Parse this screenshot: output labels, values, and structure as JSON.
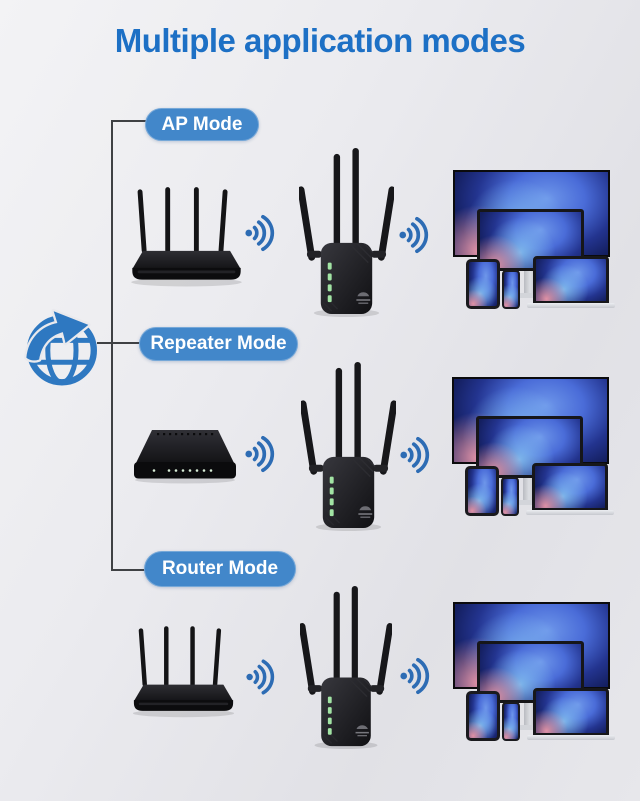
{
  "title": "Multiple application modes",
  "modes": [
    {
      "label": "AP Mode",
      "source_device": "wired-router",
      "relay_device": "wifi-extender",
      "target_devices": "tv-monitor-tablet-phone-laptop"
    },
    {
      "label": "Repeater Mode",
      "source_device": "modem",
      "relay_device": "wifi-extender",
      "target_devices": "tv-monitor-tablet-phone-laptop"
    },
    {
      "label": "Router Mode",
      "source_device": "wired-router",
      "relay_device": "wifi-extender",
      "target_devices": "tv-monitor-tablet-phone-laptop"
    }
  ],
  "icons": {
    "internet": "globe-with-arrow-icon",
    "signal": "wifi-waves-icon"
  },
  "colors": {
    "title_text": "#1d70c5",
    "mode_pill": "#4287ca",
    "pill_text": "#ffffff",
    "wifi_icon": "#2d6cb4",
    "globe_icon": "#2e78c1",
    "connector_line": "#3f4144",
    "background": "#e9e9ed"
  }
}
